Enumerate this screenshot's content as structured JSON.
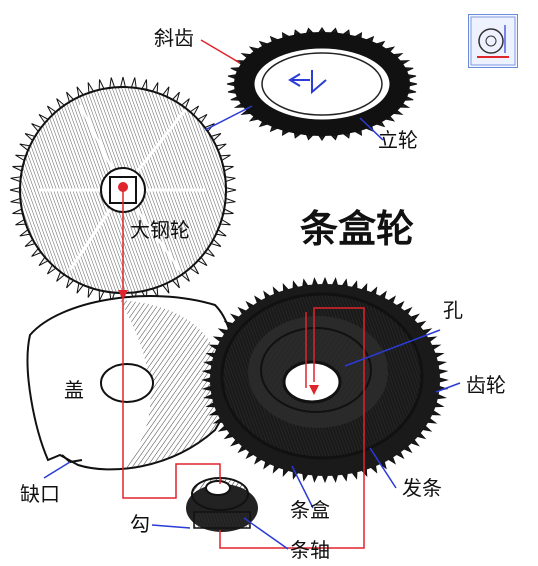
{
  "labels": {
    "title": "条盒轮",
    "bevel_teeth": "斜齿",
    "crown_wheel": "立轮",
    "ratchet_wheel": "大钢轮",
    "hole": "孔",
    "cover": "盖",
    "gear_teeth": "齿轮",
    "notch": "缺口",
    "mainspring": "发条",
    "barrel": "条盒",
    "hook": "勾",
    "arbor": "条轴"
  },
  "colors": {
    "leader_blue": "#2a3bd6",
    "leader_red": "#e0242b",
    "ink": "#111111"
  },
  "icons": [
    "thumbnail-icon"
  ]
}
